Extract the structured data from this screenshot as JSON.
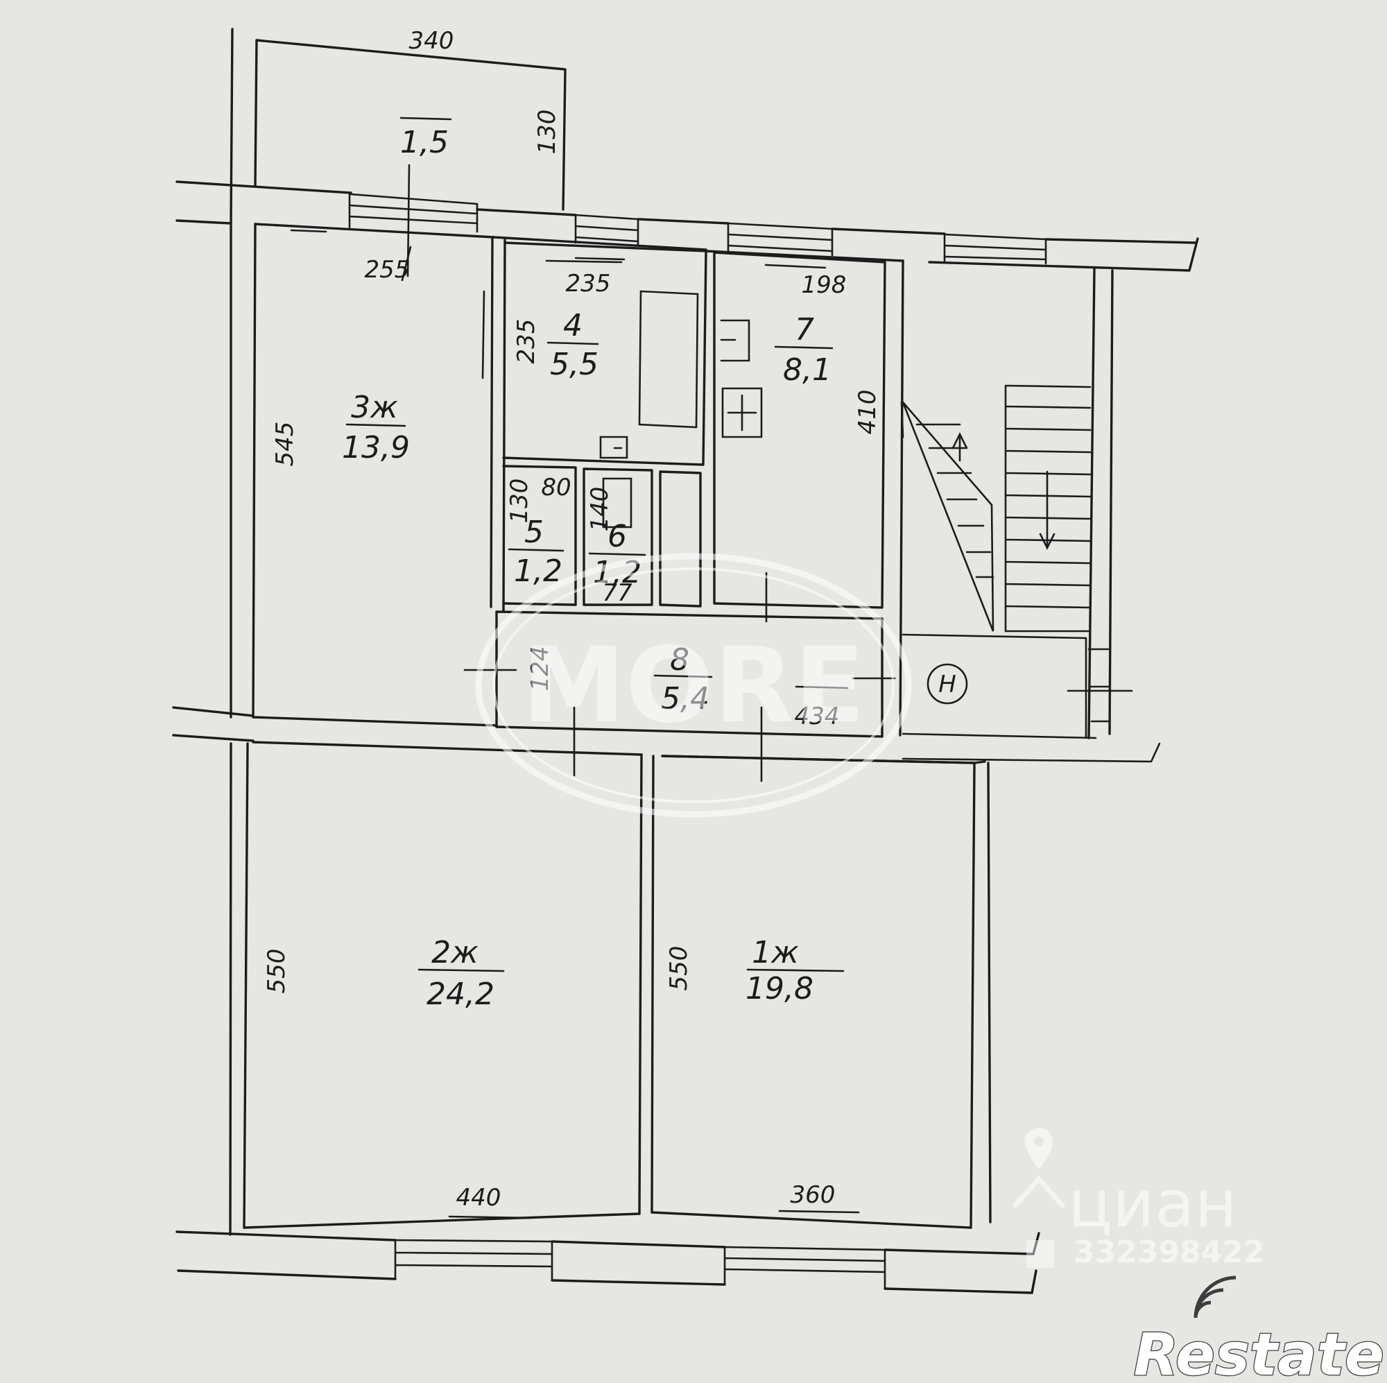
{
  "rooms": [
    {
      "id": "balcony",
      "area": "1,5"
    },
    {
      "id": "room-3",
      "number": "3ж",
      "area": "13,9"
    },
    {
      "id": "room-4",
      "number": "4",
      "area": "5,5"
    },
    {
      "id": "room-7",
      "number": "7",
      "area": "8,1"
    },
    {
      "id": "room-5",
      "number": "5",
      "area": "1,2"
    },
    {
      "id": "room-6",
      "number": "6",
      "area": "1,2"
    },
    {
      "id": "room-8",
      "number": "8",
      "area": "5,4"
    },
    {
      "id": "room-2",
      "number": "2ж",
      "area": "24,2"
    },
    {
      "id": "room-1",
      "number": "1ж",
      "area": "19,8"
    }
  ],
  "dimensions": {
    "balcony_width": "340",
    "balcony_depth": "130",
    "room3_width": "255",
    "room3_length": "545",
    "room4_width": "235",
    "room4_length": "235",
    "room7_width": "198",
    "room7_length": "410",
    "wc5_height": "130",
    "wc5_width": "80",
    "wc6_height": "140",
    "wc6_width": "77",
    "hall_height": "124",
    "hall_length": "434",
    "room2_length": "550",
    "room2_width": "440",
    "room1_length": "550",
    "room1_width": "360"
  },
  "stair_symbol": "Н",
  "watermarks": {
    "agency": "MORE",
    "portal": "циан",
    "listing_id": "332398422",
    "brand": "Restate"
  },
  "colors": {
    "paper": "#e6e6e3",
    "ink": "#1c1c1c",
    "watermark": "#ffffff"
  }
}
